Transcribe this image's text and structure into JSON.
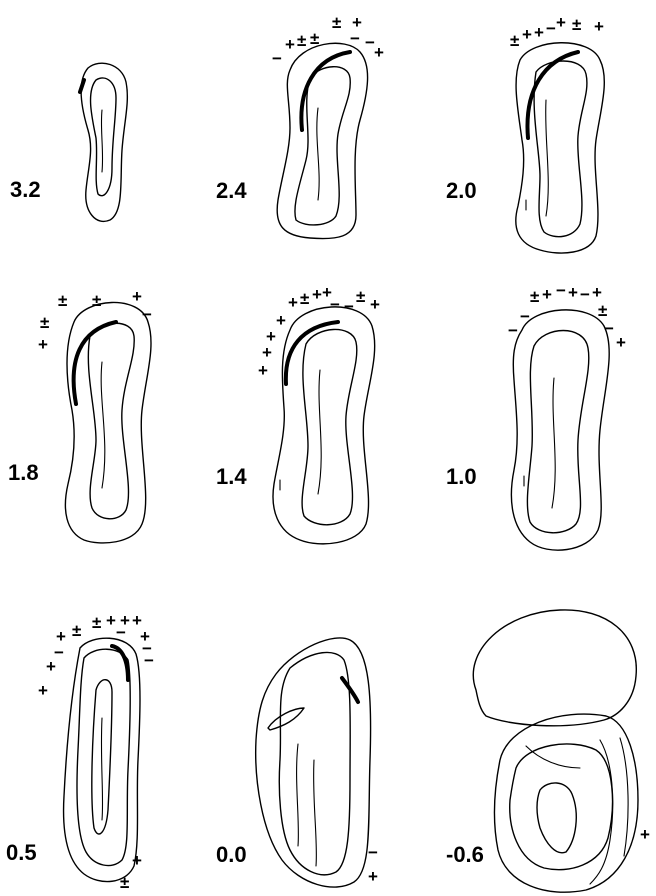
{
  "sections": [
    {
      "label": "3.2"
    },
    {
      "label": "2.4"
    },
    {
      "label": "2.0"
    },
    {
      "label": "1.8"
    },
    {
      "label": "1.4"
    },
    {
      "label": "1.0"
    },
    {
      "label": "0.5"
    },
    {
      "label": "0.0"
    },
    {
      "label": "-0.6"
    }
  ],
  "symbols": {
    "plus": "+",
    "minus": "−",
    "plusminus": "±"
  }
}
